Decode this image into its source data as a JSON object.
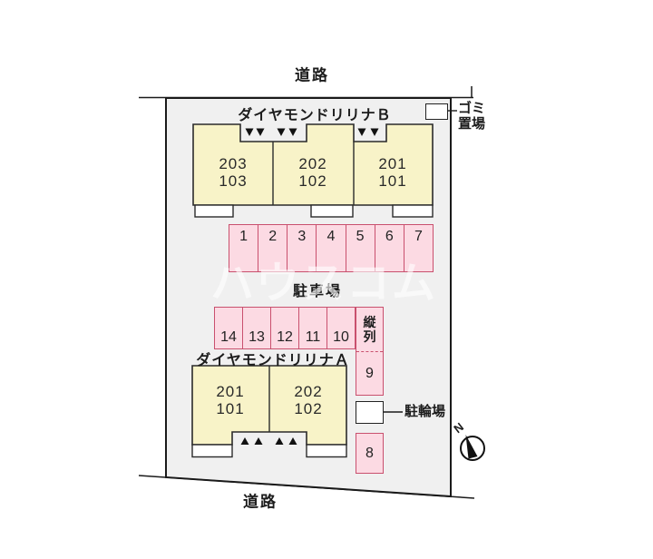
{
  "roads": {
    "top_label": "道路",
    "bottom_label": "道路"
  },
  "buildings": {
    "b": {
      "name": "ダイヤモンドリリナＢ",
      "rooms": [
        {
          "upper": "203",
          "lower": "103"
        },
        {
          "upper": "202",
          "lower": "102"
        },
        {
          "upper": "201",
          "lower": "101"
        }
      ]
    },
    "a": {
      "name": "ダイヤモンドリリナＡ",
      "rooms": [
        {
          "upper": "201",
          "lower": "101"
        },
        {
          "upper": "202",
          "lower": "102"
        }
      ]
    }
  },
  "parking": {
    "label": "駐車場",
    "row1": [
      "1",
      "2",
      "3",
      "4",
      "5",
      "6",
      "7"
    ],
    "row2": [
      "14",
      "13",
      "12",
      "11",
      "10"
    ],
    "tandem_label": "縦列",
    "space9": "9",
    "space8": "8"
  },
  "bicycle": {
    "label": "駐輪場"
  },
  "garbage": {
    "label": "ゴミ置場"
  },
  "compass": {
    "label": "N"
  },
  "watermark": {
    "text": "ハウスコム"
  },
  "colors": {
    "site_fill": "#f0f0f0",
    "building_fill": "#f8f3c8",
    "parking_fill": "#fcdae3",
    "parking_border": "#c9506e",
    "line": "#222222"
  }
}
